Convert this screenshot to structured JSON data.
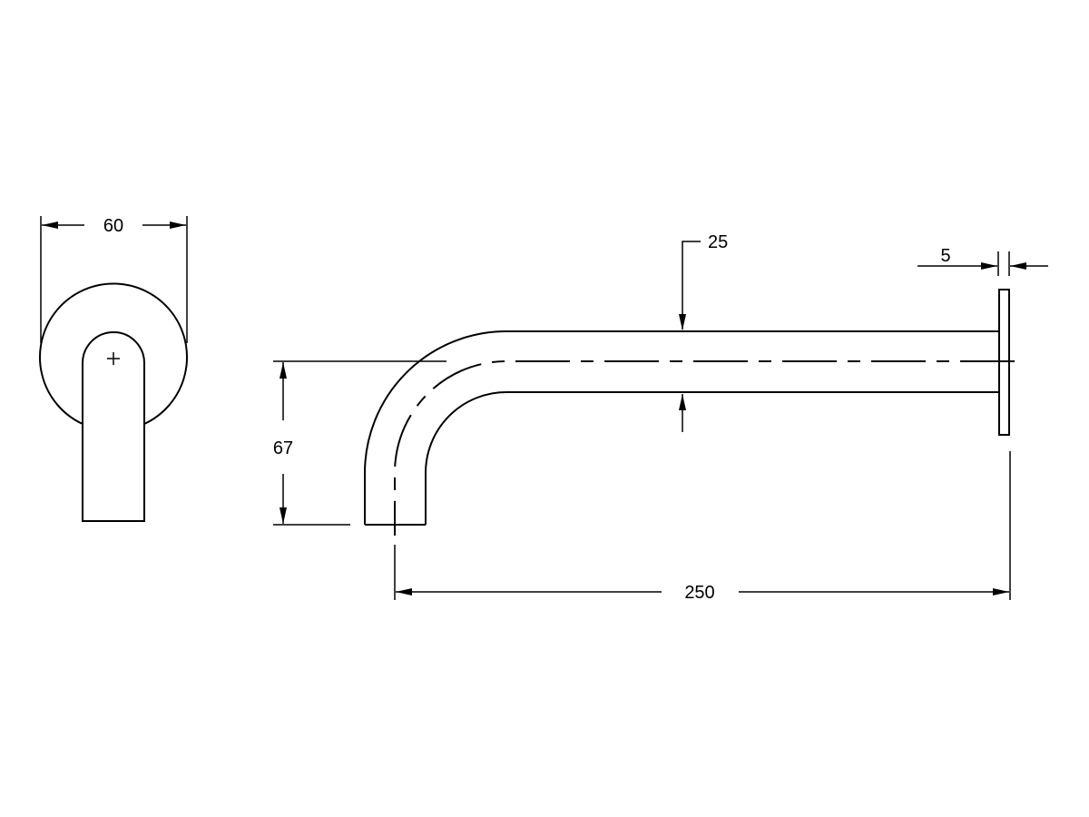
{
  "drawing": {
    "type": "technical-drawing",
    "subject": "wall spout with mixer plate",
    "line_color": "#000000",
    "background": "#ffffff",
    "views": {
      "front_view": {
        "dimensions": {
          "plate_diameter": "60"
        }
      },
      "side_view": {
        "dimensions": {
          "spout_diameter": "25",
          "plate_thickness": "5",
          "drop_height": "67",
          "projection_length": "250"
        }
      }
    }
  }
}
